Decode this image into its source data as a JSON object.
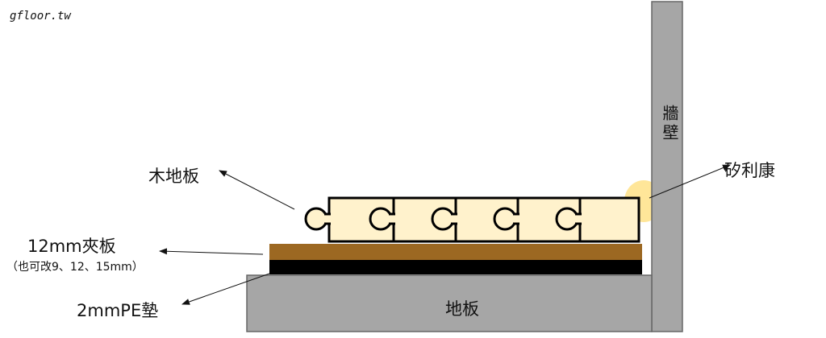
{
  "watermark": "gfloor.tw",
  "labels": {
    "wood_floor": "木地板",
    "plywood": "12mm夾板",
    "plywood_note": "（也可改9、12、15mm）",
    "pe_pad": "2mmPE墊",
    "subfloor": "地板",
    "wall": "牆壁",
    "silicone": "矽利康"
  },
  "colors": {
    "wall": "#a6a6a6",
    "plank": "#fff2cc",
    "plywood": "#9c6822",
    "pe": "#000000",
    "silicone": "#ffe699"
  }
}
